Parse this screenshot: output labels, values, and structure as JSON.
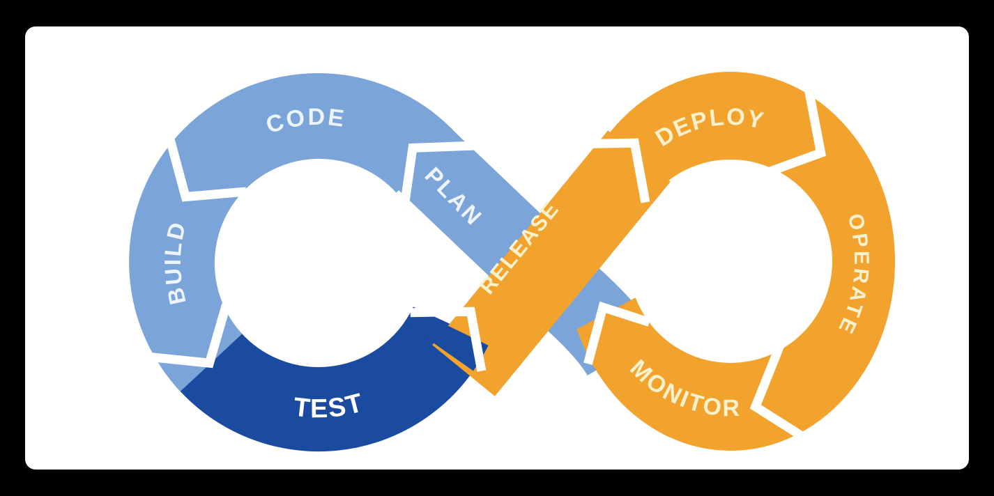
{
  "diagram": {
    "type": "devops-infinity-loop",
    "stages": {
      "plan": {
        "label": "PLAN"
      },
      "code": {
        "label": "CODE"
      },
      "build": {
        "label": "BUILD"
      },
      "test": {
        "label": "TEST"
      },
      "release": {
        "label": "RELEASE"
      },
      "deploy": {
        "label": "DEPLOY"
      },
      "operate": {
        "label": "OPERATE"
      },
      "monitor": {
        "label": "MONITOR"
      }
    },
    "colors": {
      "light_blue": "#7BA4D9",
      "dark_blue": "#1B4BA0",
      "orange": "#F2A32E",
      "label_on_blue": "#EDF4FB",
      "label_on_orange": "#F9F0CC",
      "label_test": "#FFFFFF",
      "frame_background": "#000000",
      "canvas": "#FFFFFF"
    }
  }
}
